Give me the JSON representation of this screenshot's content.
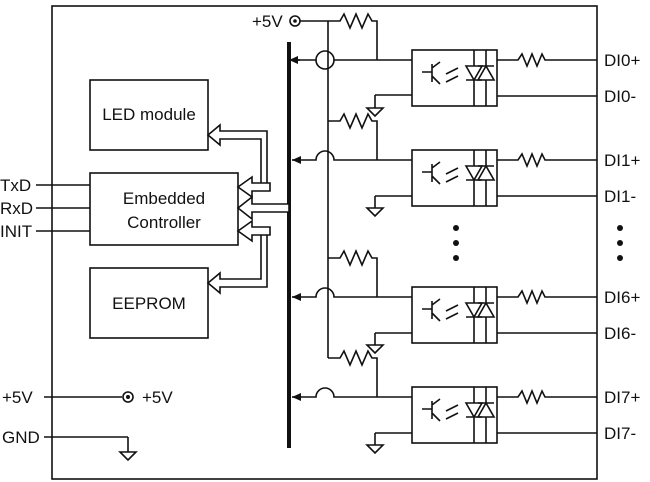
{
  "blocks": {
    "led_module": "LED module",
    "controller_line1": "Embedded",
    "controller_line2": "Controller",
    "eeprom": "EEPROM"
  },
  "pins_left": [
    "TxD",
    "RxD",
    "INIT"
  ],
  "power": {
    "left_label": "+5V",
    "node_label": "+5V",
    "top_label": "+5V",
    "gnd_label": "GND"
  },
  "channels": [
    {
      "plus": "DI0+",
      "minus": "DI0-"
    },
    {
      "plus": "DI1+",
      "minus": "DI1-"
    },
    {
      "plus": "DI6+",
      "minus": "DI6-"
    },
    {
      "plus": "DI7+",
      "minus": "DI7-"
    }
  ]
}
